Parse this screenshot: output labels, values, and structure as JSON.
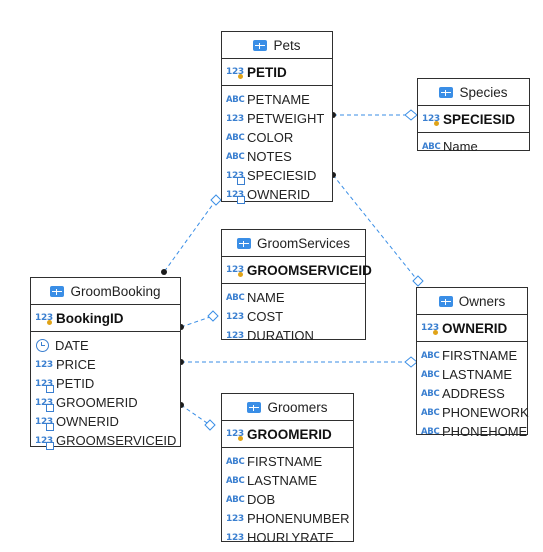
{
  "entities": {
    "pets": {
      "title": "Pets",
      "pk": "PETID",
      "columns": [
        {
          "icon": "abc",
          "name": "PETNAME"
        },
        {
          "icon": "123",
          "name": "PETWEIGHT"
        },
        {
          "icon": "abc",
          "name": "COLOR"
        },
        {
          "icon": "abc",
          "name": "NOTES"
        },
        {
          "icon": "fk",
          "name": "SPECIESID"
        },
        {
          "icon": "fk",
          "name": "OWNERID"
        }
      ]
    },
    "species": {
      "title": "Species",
      "pk": "SPECIESID",
      "columns": [
        {
          "icon": "abc",
          "name": "Name"
        }
      ]
    },
    "groomservices": {
      "title": "GroomServices",
      "pk": "GROOMSERVICEID",
      "columns": [
        {
          "icon": "abc",
          "name": "NAME"
        },
        {
          "icon": "123",
          "name": "COST"
        },
        {
          "icon": "123",
          "name": "DURATION"
        }
      ]
    },
    "groombooking": {
      "title": "GroomBooking",
      "pk": "BookingID",
      "columns": [
        {
          "icon": "date",
          "name": "DATE"
        },
        {
          "icon": "123",
          "name": "PRICE"
        },
        {
          "icon": "fk",
          "name": "PETID"
        },
        {
          "icon": "fk",
          "name": "GROOMERID"
        },
        {
          "icon": "fk",
          "name": "OWNERID"
        },
        {
          "icon": "fk",
          "name": "GROOMSERVICEID"
        }
      ]
    },
    "owners": {
      "title": "Owners",
      "pk": "OWNERID",
      "columns": [
        {
          "icon": "abc",
          "name": "FIRSTNAME"
        },
        {
          "icon": "abc",
          "name": "LASTNAME"
        },
        {
          "icon": "abc",
          "name": "ADDRESS"
        },
        {
          "icon": "abc",
          "name": "PHONEWORK"
        },
        {
          "icon": "abc",
          "name": "PHONEHOME"
        }
      ]
    },
    "groomers": {
      "title": "Groomers",
      "pk": "GROOMERID",
      "columns": [
        {
          "icon": "abc",
          "name": "FIRSTNAME"
        },
        {
          "icon": "abc",
          "name": "LASTNAME"
        },
        {
          "icon": "abc",
          "name": "DOB"
        },
        {
          "icon": "123",
          "name": "PHONENUMBER"
        },
        {
          "icon": "123",
          "name": "HOURLYRATE"
        }
      ]
    }
  },
  "colors": {
    "link": "#3a8ee6",
    "border": "#2f2f2f",
    "accent": "#3a8ee6",
    "key": "#e0a317"
  },
  "icon_labels": {
    "num": "123",
    "abc": "ABC"
  }
}
